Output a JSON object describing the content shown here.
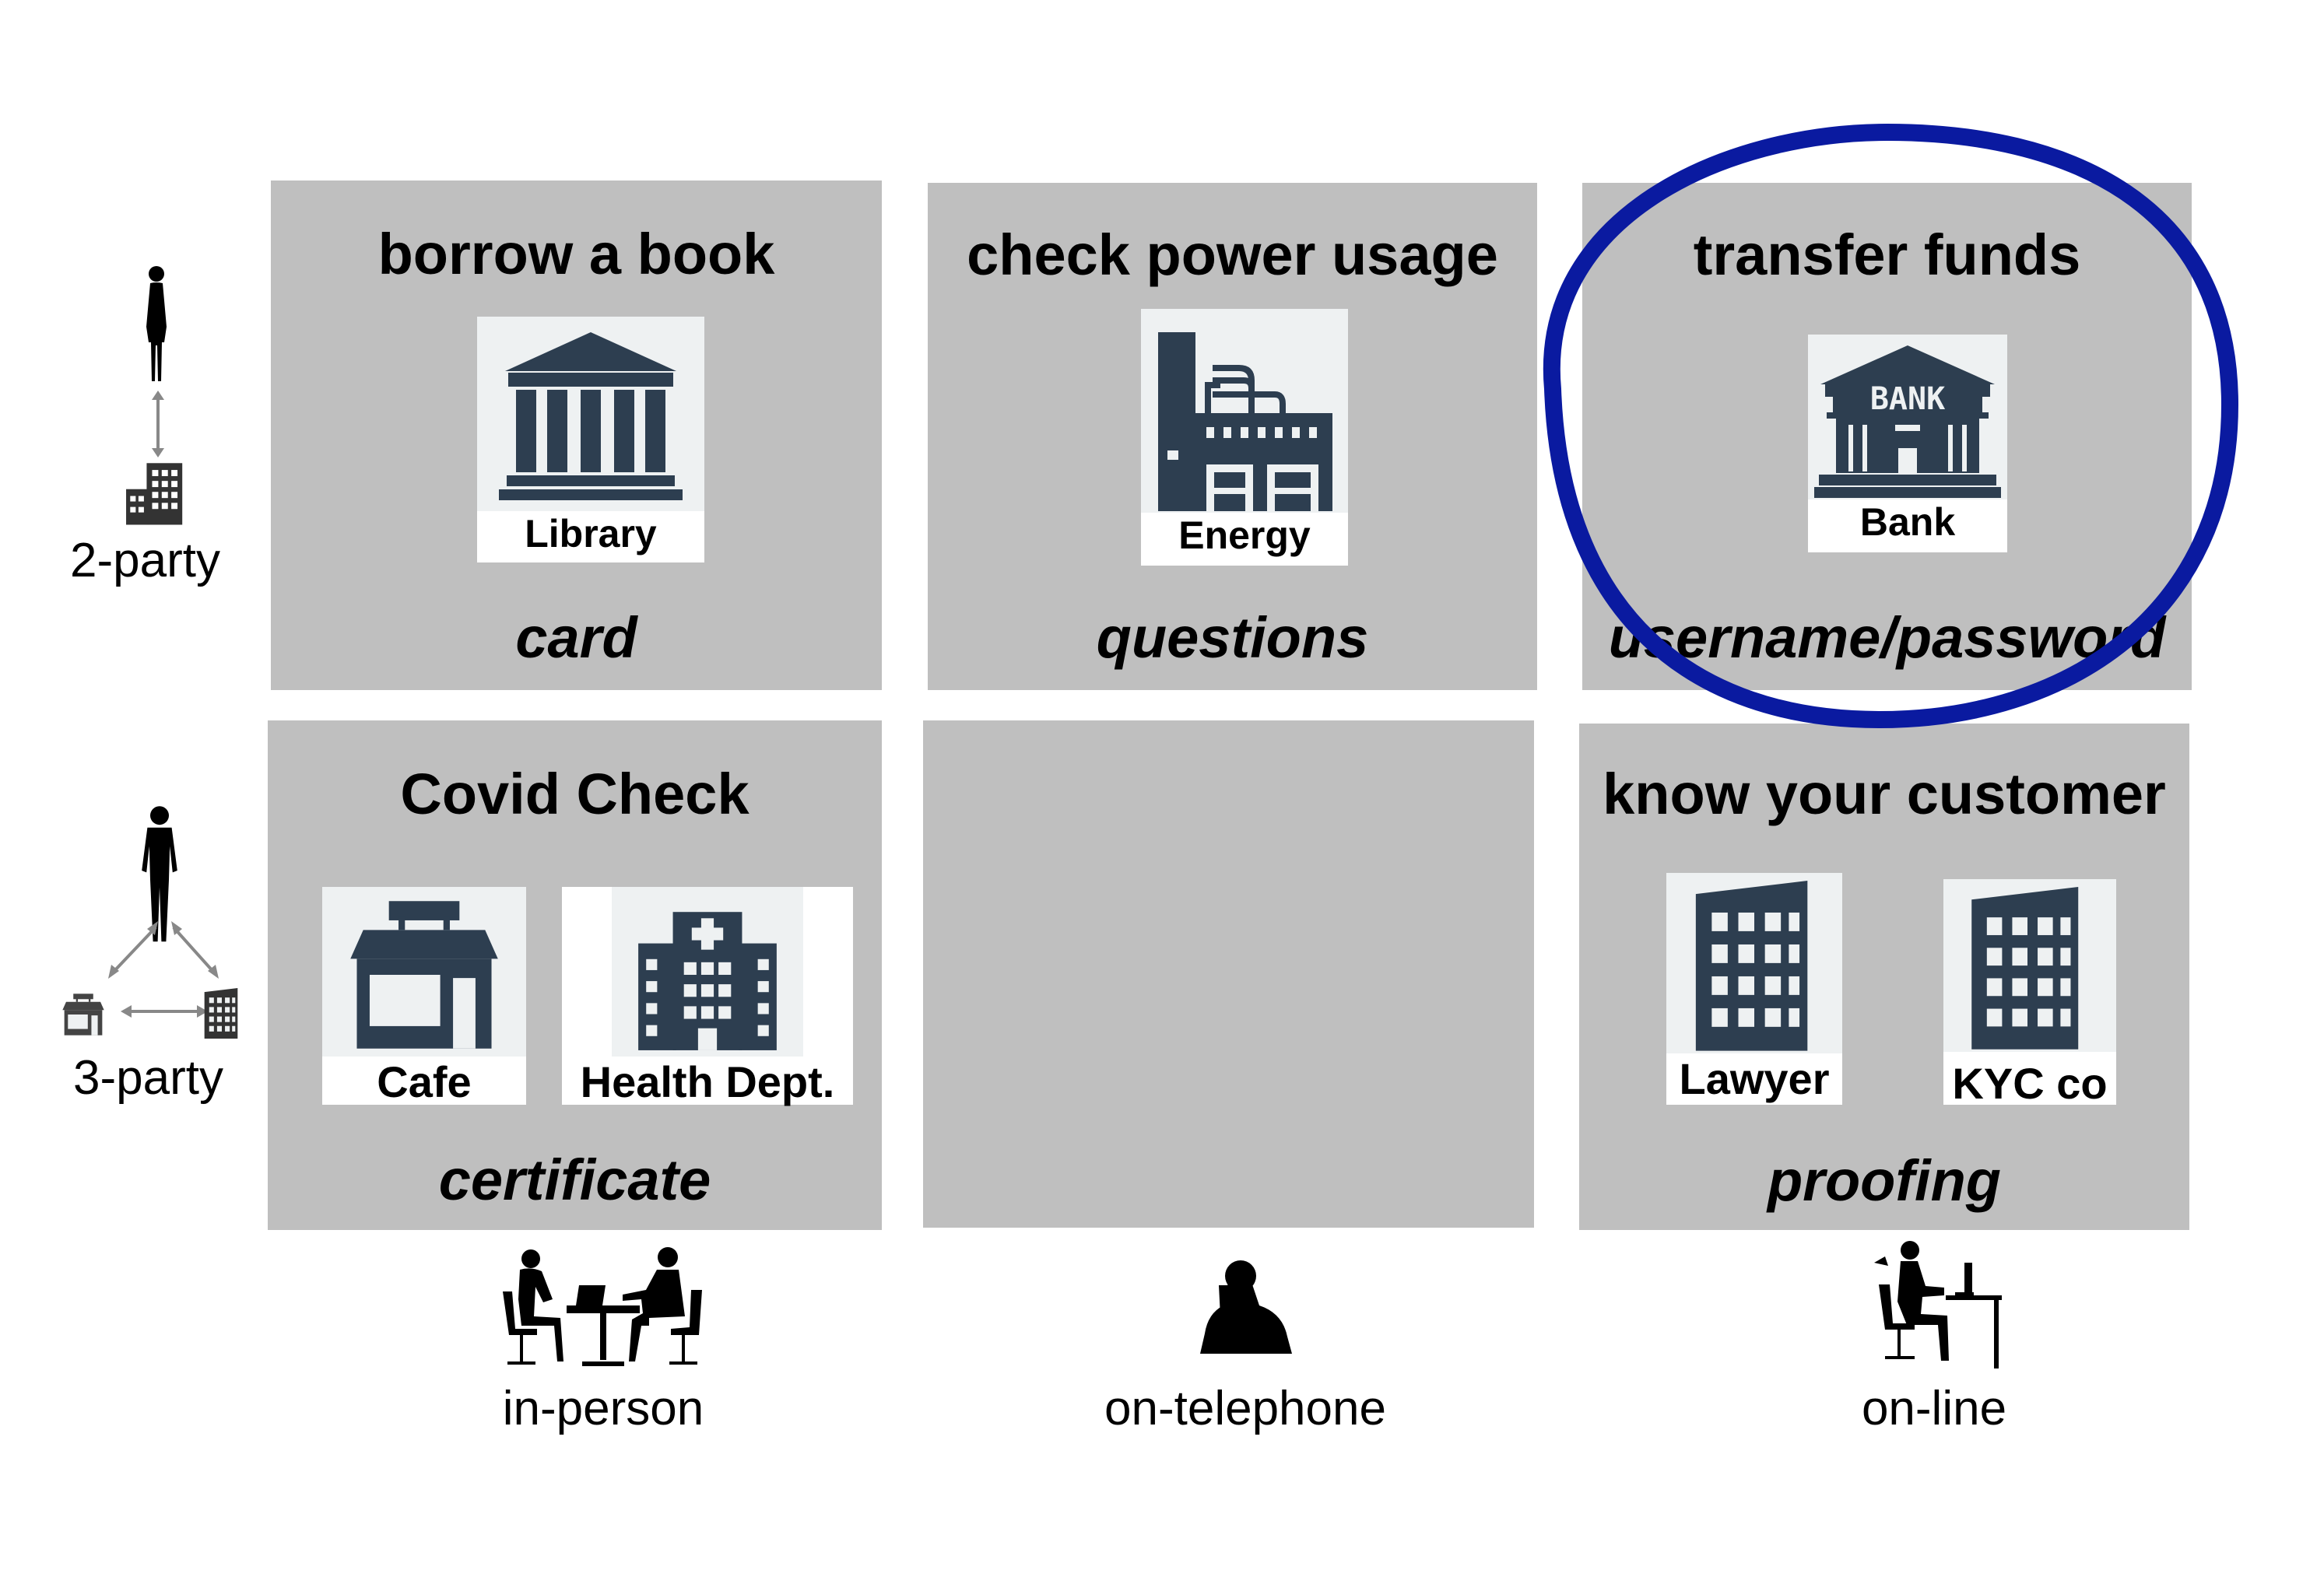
{
  "colors": {
    "cell": "#bfbfbf",
    "icon": "#2d3e50",
    "highlight": "#0a1aa0",
    "tile": "#ffffff"
  },
  "rows": {
    "two_party": "2-party",
    "three_party": "3-party"
  },
  "columns": {
    "in_person": "in-person",
    "on_telephone": "on-telephone",
    "on_line": "on-line"
  },
  "cells": {
    "library": {
      "title": "borrow a book",
      "credential": "card",
      "tile": "Library",
      "icon": "library-icon"
    },
    "energy": {
      "title": "check power usage",
      "credential": "questions",
      "tile": "Energy",
      "icon": "factory-icon"
    },
    "bank": {
      "title": "transfer funds",
      "credential": "username/password",
      "tile": "Bank",
      "tile_sign": "BANK",
      "icon": "bank-icon",
      "highlighted": true
    },
    "covid": {
      "title": "Covid Check",
      "credential": "certificate",
      "tiles": [
        "Cafe",
        "Health Dept."
      ],
      "icons": [
        "shop-icon",
        "hospital-icon"
      ]
    },
    "telephone_three_party": {
      "title": "",
      "credential": ""
    },
    "kyc": {
      "title": "know your customer",
      "credential": "proofing",
      "tiles": [
        "Lawyer",
        "KYC co"
      ],
      "icons": [
        "office-building-icon",
        "office-building-icon"
      ]
    }
  }
}
